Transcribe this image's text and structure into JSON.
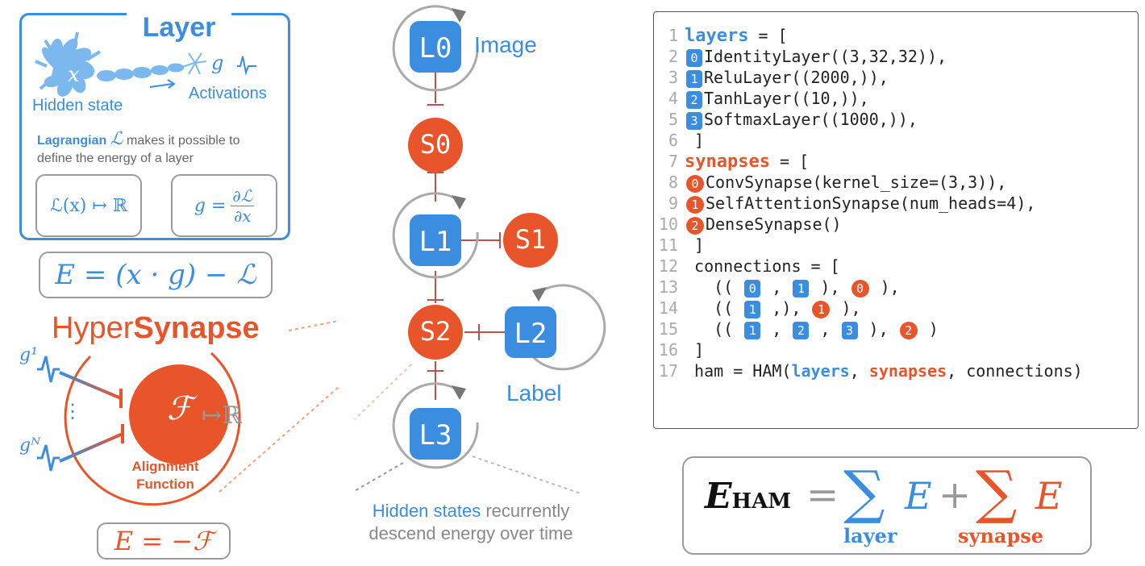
{
  "layer_panel": {
    "title": "Layer",
    "neuron_var": "x",
    "hidden_state_label": "Hidden state",
    "g_symbol": "g",
    "activations_label": "Activations",
    "lagrangian_word": "Lagrangian",
    "lagrangian_symbol": "ℒ",
    "description_line1": "makes it possible to",
    "description_line2": "define the energy of a layer",
    "formula_left": "ℒ(x) ↦ ℝ",
    "formula_right_lhs": "g =",
    "formula_right_num": "∂ℒ",
    "formula_right_den": "∂x",
    "energy_formula": "E = (x · g) − ℒ"
  },
  "hypersynapse_panel": {
    "title_plain": "Hyper",
    "title_bold": "Synapse",
    "g1_label": "g¹",
    "gN_label": "gᴺ",
    "ellipsis": "⋮",
    "function_symbol": "ℱ",
    "maps_to": "↦ℝ",
    "function_label_line1": "Alignment",
    "function_label_line2": "Function",
    "energy_formula": "E = −ℱ"
  },
  "graph": {
    "layers": [
      "L0",
      "L1",
      "L2",
      "L3"
    ],
    "synapses": [
      "S0",
      "S1",
      "S2"
    ],
    "image_label": "Image",
    "label_label": "Label",
    "caption_highlight": "Hidden states",
    "caption_line1_rest": " recurrently",
    "caption_line2": "descend energy over time"
  },
  "code": {
    "lines": [
      {
        "n": "1"
      },
      {
        "n": "2"
      },
      {
        "n": "3"
      },
      {
        "n": "4"
      },
      {
        "n": "5"
      },
      {
        "n": "6"
      },
      {
        "n": "7"
      },
      {
        "n": "8"
      },
      {
        "n": "9"
      },
      {
        "n": "10"
      },
      {
        "n": "11"
      },
      {
        "n": "12"
      },
      {
        "n": "13"
      },
      {
        "n": "14"
      },
      {
        "n": "15"
      },
      {
        "n": "16"
      },
      {
        "n": "17"
      }
    ],
    "layers_kw": "layers",
    "synapses_kw": "synapses",
    "assign": " = [",
    "identity": "IdentityLayer((3,32,32)),",
    "relu": "ReluLayer((2000,)),",
    "tanh": "TanhLayer((10,)),",
    "softmax": "SoftmaxLayer((1000,)),",
    "close": " ]",
    "conv": "ConvSynapse(kernel_size=(3,3)),",
    "selfatt": "SelfAttentionSynapse(num_heads=4),",
    "dense": "DenseSynapse()",
    "connections": " connections = [",
    "ham_prefix": " ham = HAM(",
    "ham_mid1": ", ",
    "ham_mid2": ", connections)"
  },
  "energy_total": {
    "lhs": "E",
    "lhs_sub": "HAM",
    "equals": "=",
    "sum": "∑",
    "term": "E",
    "plus": "+",
    "sub_layer": "layer",
    "sub_synapse": "synapse"
  },
  "colors": {
    "blue": "#3b8de0",
    "red": "#e8552a",
    "gray": "#9a9a9a"
  }
}
